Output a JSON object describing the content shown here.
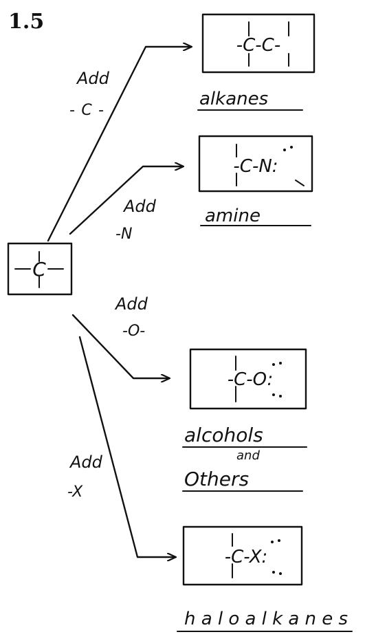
{
  "figure": {
    "number": "1.5"
  },
  "source": {
    "atom": "C"
  },
  "edges": [
    {
      "label_add": "Add",
      "label_group": "-C-"
    },
    {
      "label_add": "Add",
      "label_group": "-N"
    },
    {
      "label_add": "Add",
      "label_group": "-O-"
    },
    {
      "label_add": "Add",
      "label_group": "-X"
    }
  ],
  "products": [
    {
      "name": "alkanes",
      "formula": "-C-C-"
    },
    {
      "name": "amine",
      "formula": "-C-N:"
    },
    {
      "name_line1": "alcohols",
      "name_line2": "and",
      "name_line3": "Others",
      "formula": "-C-O:"
    },
    {
      "name": "haloalkanes",
      "formula": "-C-X:"
    }
  ]
}
